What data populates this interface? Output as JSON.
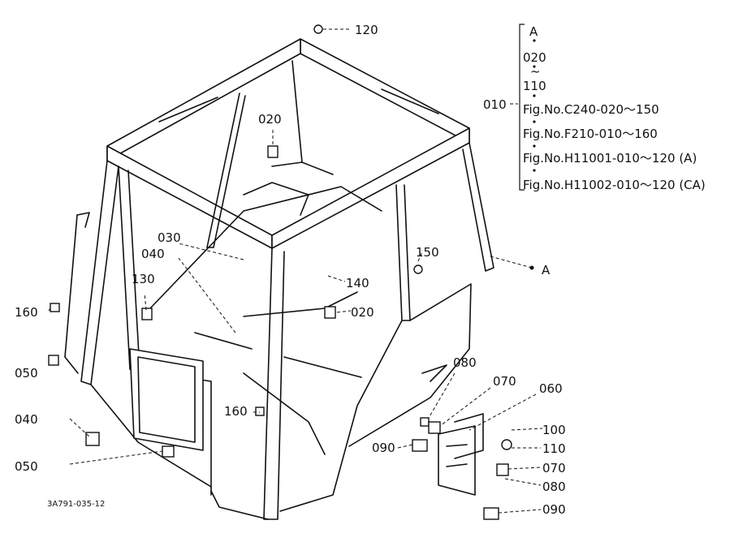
{
  "diagram": {
    "drawing_code": "3A791-035-12",
    "parts": [
      {
        "id": "p120",
        "label": "120"
      },
      {
        "id": "p020a",
        "label": "020"
      },
      {
        "id": "p150",
        "label": "150"
      },
      {
        "id": "pA",
        "label": "A"
      },
      {
        "id": "p030",
        "label": "030"
      },
      {
        "id": "p040a",
        "label": "040"
      },
      {
        "id": "p130",
        "label": "130"
      },
      {
        "id": "p140",
        "label": "140"
      },
      {
        "id": "p020b",
        "label": "020"
      },
      {
        "id": "p160a",
        "label": "160"
      },
      {
        "id": "p050a",
        "label": "050"
      },
      {
        "id": "p040b",
        "label": "040"
      },
      {
        "id": "p050b",
        "label": "050"
      },
      {
        "id": "p160b",
        "label": "160"
      },
      {
        "id": "p080a",
        "label": "080"
      },
      {
        "id": "p070a",
        "label": "070"
      },
      {
        "id": "p060",
        "label": "060"
      },
      {
        "id": "p090a",
        "label": "090"
      },
      {
        "id": "p100",
        "label": "100"
      },
      {
        "id": "p110",
        "label": "110"
      },
      {
        "id": "p070b",
        "label": "070"
      },
      {
        "id": "p080b",
        "label": "080"
      },
      {
        "id": "p090b",
        "label": "090"
      }
    ],
    "legend": {
      "ref_label": "010",
      "items": [
        "A",
        "020",
        "~",
        "110",
        "Fig.No.C240-020～150",
        "Fig.No.F210-010～160",
        "Fig.No.H11001-010～120 (A)",
        "Fig.No.H11002-010～120 (CA)"
      ]
    },
    "colors": {
      "ink": "#111111",
      "paper": "#ffffff"
    }
  }
}
